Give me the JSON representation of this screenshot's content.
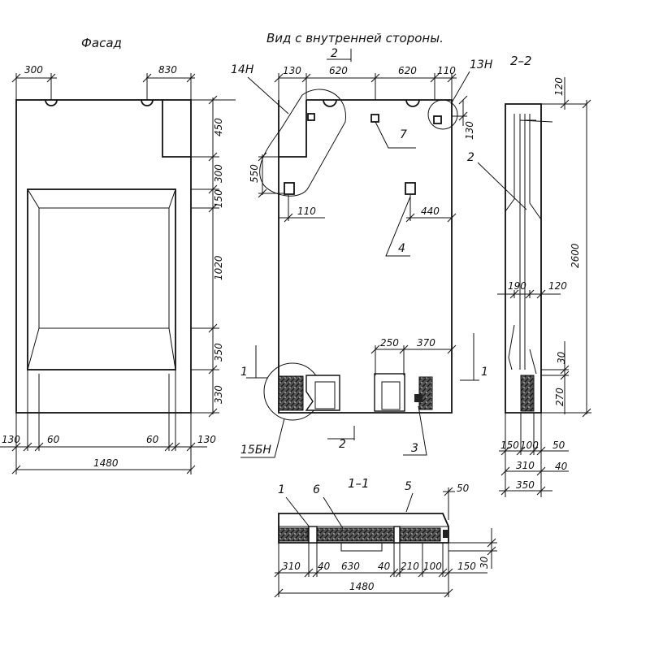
{
  "titles": {
    "facade": "Фасад",
    "inner_view": "Вид с внутренней стороны.",
    "section_22": "2–2",
    "section_11": "1–1"
  },
  "callouts": {
    "n14": "14Н",
    "n13": "13Н",
    "n15": "15БН",
    "c2a": "2",
    "c2b": "2",
    "c2c": "2",
    "c7": "7",
    "c4": "4",
    "c3": "3",
    "c1a": "1",
    "c1b": "1",
    "c1c": "1",
    "c6": "6",
    "c5": "5"
  },
  "facade_dims": {
    "top_300": "300",
    "top_830": "830",
    "r_450": "450",
    "r_300": "300",
    "r_150": "150",
    "r_1020": "1020",
    "r_350": "350",
    "r_330": "330",
    "b_130l": "130",
    "b_60l": "60",
    "b_60r": "60",
    "b_130r": "130",
    "b_1480": "1480"
  },
  "inner_dims": {
    "t_130": "130",
    "t_620a": "620",
    "t_620b": "620",
    "t_110": "110",
    "l_550": "550",
    "r_130": "130",
    "d_110": "110",
    "d_440": "440",
    "d_250": "250",
    "d_370": "370"
  },
  "s22_dims": {
    "t_120": "120",
    "h_2600": "2600",
    "m_190": "190",
    "m_120": "120",
    "r_30": "30",
    "r_270": "270",
    "b_150": "150",
    "b_100": "100",
    "b_50": "50",
    "b_310": "310",
    "b_40": "40",
    "b_350": "350"
  },
  "s11_dims": {
    "r_50": "50",
    "r_30": "30",
    "b_310": "310",
    "b_40a": "40",
    "b_630": "630",
    "b_40b": "40",
    "b_210": "210",
    "b_100": "100",
    "b_150": "150",
    "b_1480": "1480"
  }
}
